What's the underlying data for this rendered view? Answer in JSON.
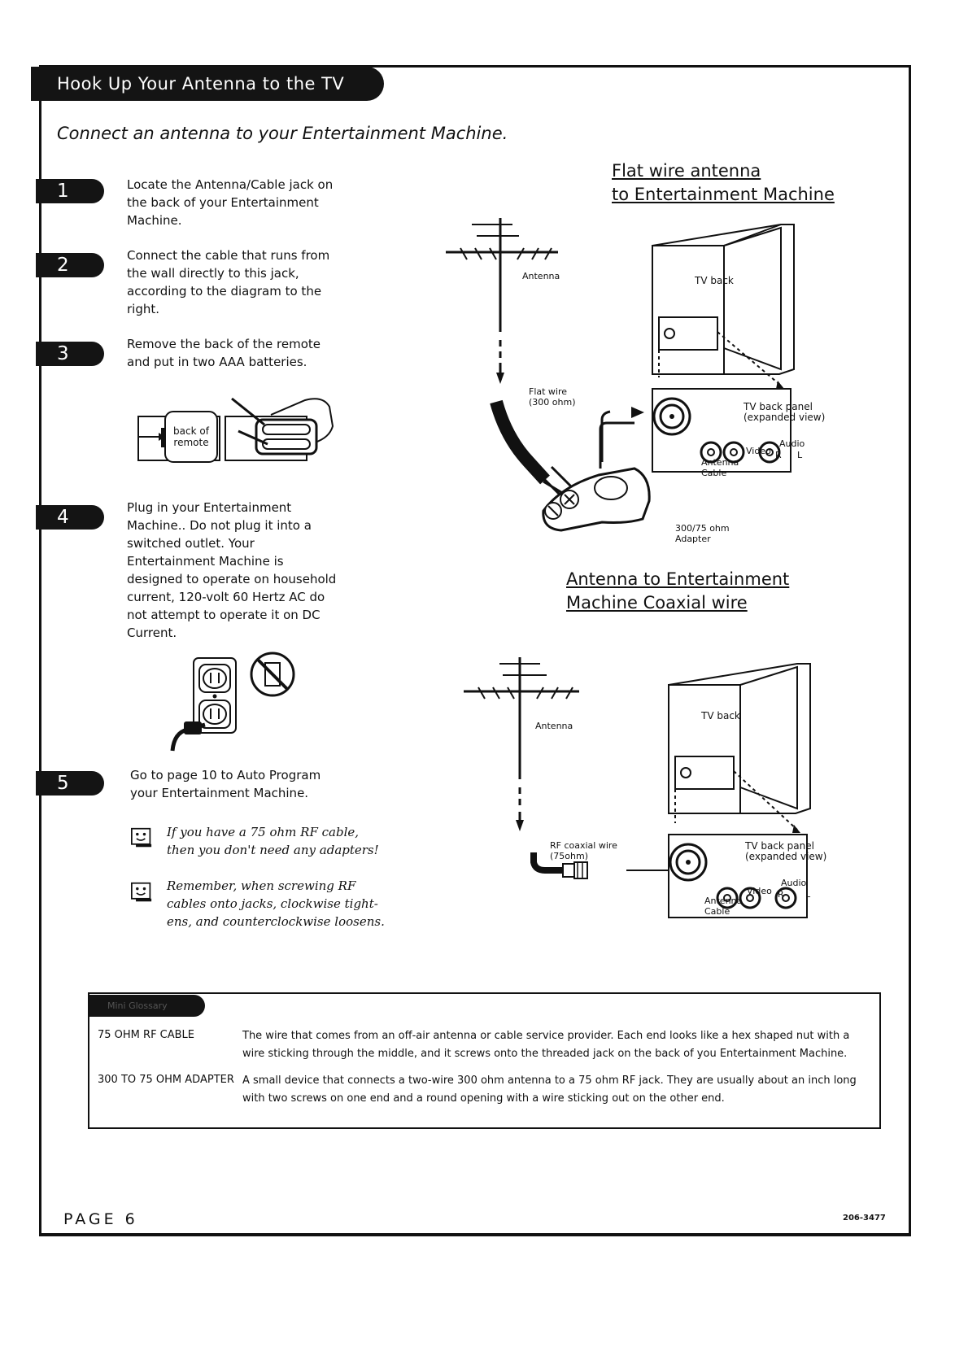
{
  "header": {
    "title": "Hook Up Your Antenna to the TV"
  },
  "subtitle": "Connect an antenna to your Entertainment Machine.",
  "steps": [
    {
      "number": "1",
      "text": "Locate the Antenna/Cable jack on\nthe back of your Entertainment\nMachine."
    },
    {
      "number": "2",
      "text": "Connect the cable that runs from\nthe wall directly to this jack,\naccording to the diagram to the\nright."
    },
    {
      "number": "3",
      "text": "Remove the back of the remote\nand put in two AAA batteries."
    },
    {
      "number": "4",
      "text": "Plug in your Entertainment\nMachine.. Do not plug it into a\nswitched outlet. Your\nEntertainment Machine is\ndesigned to operate on household\ncurrent, 120-volt 60 Hertz AC do\nnot attempt to operate it on DC\nCurrent."
    },
    {
      "number": "5",
      "text": "Go to page 10 to Auto Program\nyour Entertainment Machine."
    }
  ],
  "remote_labels": {
    "line1": "back of",
    "line2": "remote"
  },
  "notes": [
    "If you have a 75 ohm RF cable,\nthen you don't need any adapters!",
    "Remember, when screwing RF\ncables onto jacks, clockwise tight-\nens, and counterclockwise loosens."
  ],
  "diagram1": {
    "title_line1": "Flat wire antenna",
    "title_line2": "to Entertainment Machine",
    "antenna": "Antenna",
    "flat_wire": "Flat wire\n(300 ohm)",
    "adapter": "300/75 ohm\nAdapter",
    "tv_back": "TV back",
    "panel": "TV back panel\n(expanded view)",
    "audio": "Audio",
    "video": "Video",
    "r": "R",
    "l": "L",
    "antenna_cable": "Antenna\nCable"
  },
  "diagram2": {
    "title_line1": "Antenna to Entertainment",
    "title_line2": "Machine  Coaxial wire",
    "antenna": "Antenna",
    "rf_wire": "RF coaxial wire\n(75ohm)",
    "tv_back": "TV back",
    "panel": "TV back panel\n(expanded view)",
    "audio": "Audio",
    "video": "Video",
    "r": "R",
    "l": "L",
    "antenna_cable": "Antenna\nCable"
  },
  "glossary": {
    "tab_label": "Mini Glossary",
    "items": [
      {
        "term": "75 OHM RF CABLE",
        "definition": "The wire that comes from an off-air antenna or cable service provider. Each end looks like a hex shaped nut with a wire sticking through the middle, and it screws onto the threaded jack on the back of you Entertainment Machine."
      },
      {
        "term": "300 TO 75 OHM ADAPTER",
        "definition": "A small device that connects a two-wire 300 ohm antenna to a 75 ohm RF jack. They are usually about an inch long with two screws on one end and a round opening with a wire sticking out on the other end."
      }
    ]
  },
  "footer": {
    "page": "PAGE 6",
    "code": "206-3477"
  }
}
